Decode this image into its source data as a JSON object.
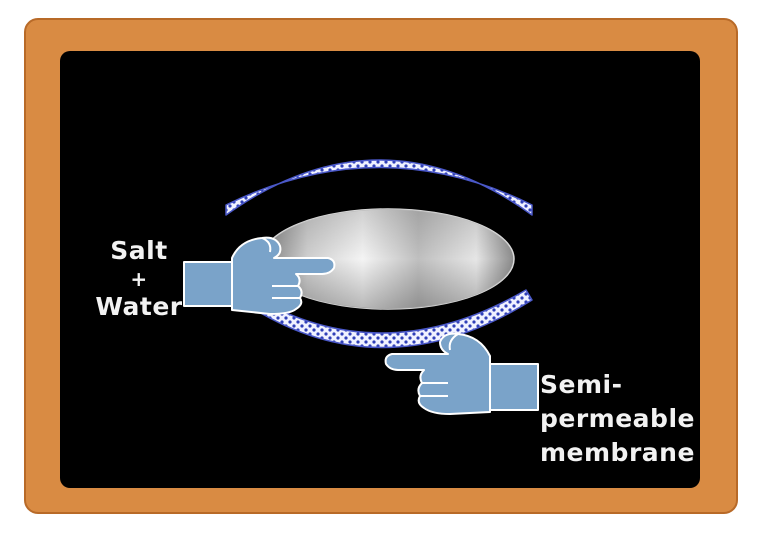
{
  "colors": {
    "frame": "#d98b43",
    "board": "#000000",
    "membrane_fill": "#f0f2ff",
    "membrane_dots": "#2f3fb8",
    "membrane_edge": "#4a58c8",
    "hand_fill": "#7aa3c9",
    "hand_outline": "#ffffff",
    "label_text": "#f2f2f2"
  },
  "labels": {
    "salt": "Salt",
    "plus": "+",
    "water": "Water",
    "semi": "Semi-",
    "permeable": "permeable",
    "membrane": "membrane"
  },
  "icons": [
    "pointing-hand-icon",
    "pointing-hand-icon"
  ]
}
